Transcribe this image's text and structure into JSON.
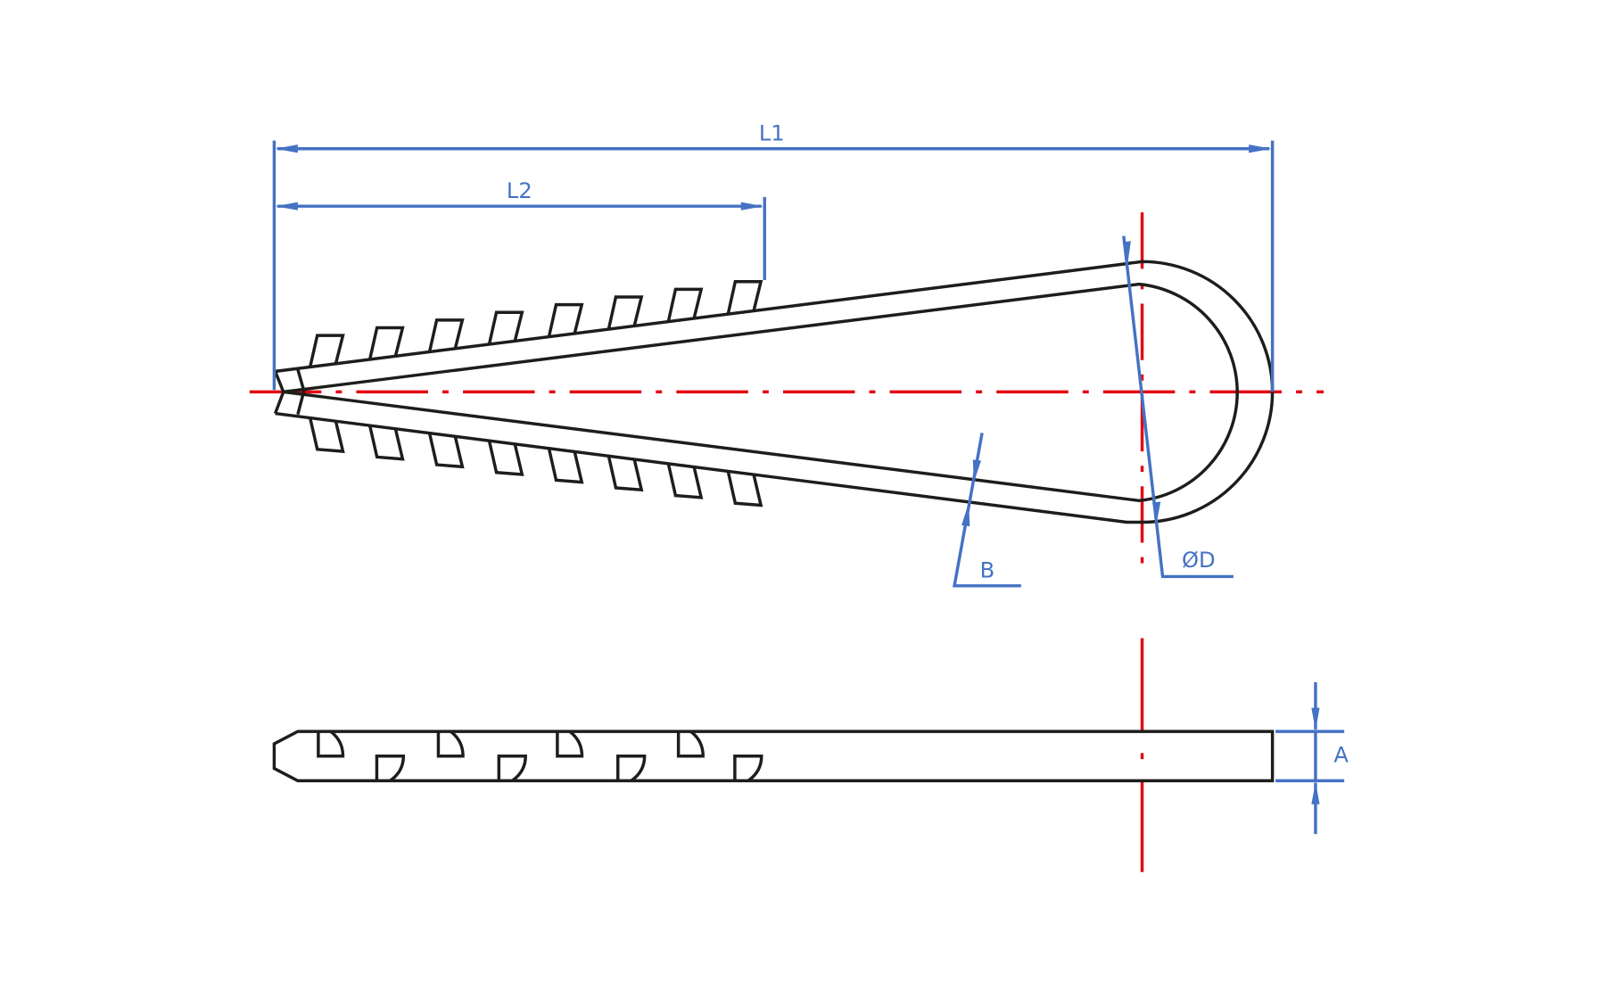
{
  "drawing": {
    "labels": {
      "overall_length": "L1",
      "toothed_length": "L2",
      "loop_diameter": "ØD",
      "strip_width": "B",
      "thickness": "A"
    },
    "colors": {
      "outline": "#1d1d1b",
      "centerline": "#e30613",
      "dimension": "#4472c4"
    }
  }
}
